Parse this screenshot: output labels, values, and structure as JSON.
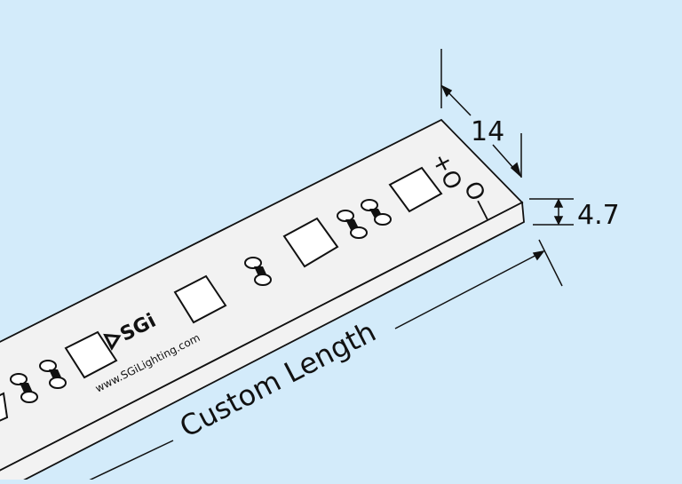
{
  "diagram": {
    "background_color": "#d3ebfa",
    "strip_color": "#f2f2f2",
    "outline_color": "#111111",
    "dimensions": {
      "width": "14",
      "height": "4.7",
      "length": "Custom Length"
    },
    "board": {
      "brand_text": "SGi",
      "brand_icon": "play-triangle-logo-icon",
      "website": "www.SGiLighting.com",
      "pad_plus": "+O",
      "pad_minus": "O—"
    }
  }
}
